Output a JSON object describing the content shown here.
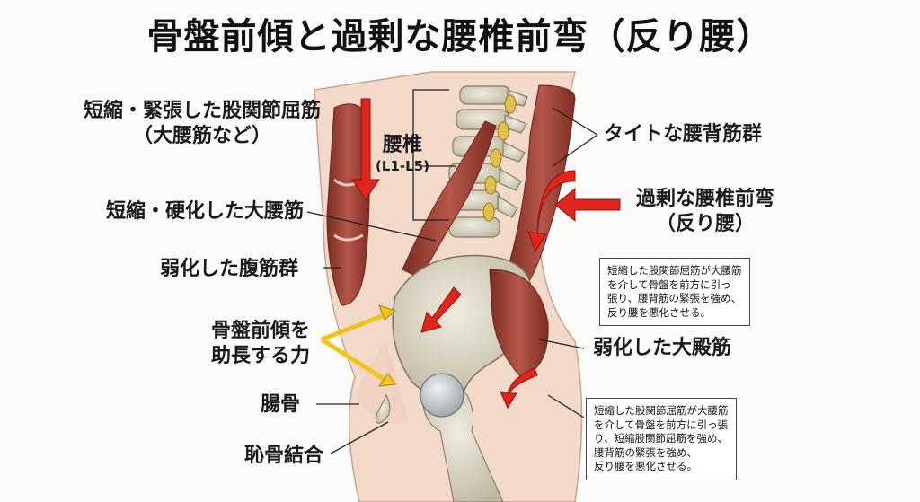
{
  "title": "骨盤前傾と過剰な腰椎前弯（反り腰）",
  "labels": {
    "hip_flexor_line1": "短縮・緊張した股関節屈筋",
    "hip_flexor_line2": "（大腰筋など）",
    "lumbar_name": "腰椎",
    "lumbar_range": "(L1-L5)",
    "psoas": "短縮・硬化した大腰筋",
    "abdominals": "弱化した腹筋群",
    "tilt_force_line1": "骨盤前傾を",
    "tilt_force_line2": "助長する力",
    "ilium": "腸骨",
    "pubic": "恥骨結合",
    "back_muscles": "タイトな腰背筋群",
    "lordosis_line1": "過剰な腰椎前弯",
    "lordosis_line2": "（反り腰）",
    "glute": "弱化した大殿筋"
  },
  "notes": {
    "top": [
      "短縮した股関節屈筋が大腰筋",
      "を介して骨盤を前方に引っ",
      "張り、腰背筋の緊張を強め、",
      "反り腰を悪化させる。"
    ],
    "bottom": [
      "短縮した股関節屈筋が大腰筋",
      "を介して骨盤を前方に引っ張",
      "り、短縮股関節屈筋を強め、",
      "腰背筋の緊張を強め、",
      "反り腰を悪化させる。"
    ]
  },
  "colors": {
    "muscle": "#a8493a",
    "bone": "#e4dfcf",
    "skin": "#f3d9c9",
    "arrow_red": "#e0261c",
    "arrow_yellow": "#f0c419"
  }
}
